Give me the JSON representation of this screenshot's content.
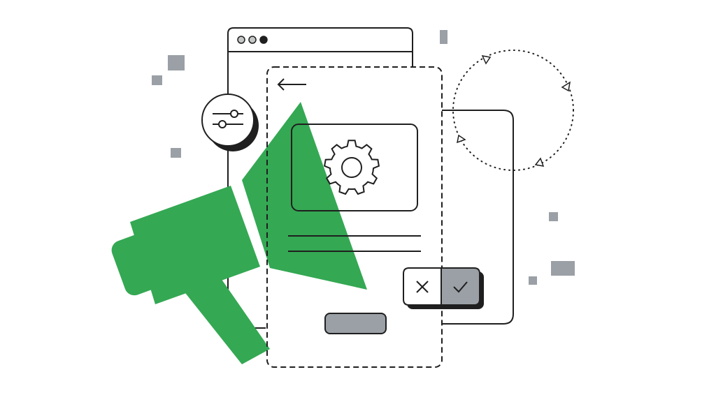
{
  "colors": {
    "background": "#ffffff",
    "line": "#1f1f1f",
    "accent_green": "#34a853",
    "gray_square": "#9aa0a6",
    "gray_fill": "#9aa0a6",
    "light_gray": "#c4c7c5",
    "shadow": "#1f1f1f"
  },
  "icons": {
    "back": "arrow-left-icon",
    "settings": "gear-icon",
    "adjust": "sliders-icon",
    "cancel": "close-icon",
    "confirm": "check-icon",
    "announce": "megaphone-icon",
    "cycle": "refresh-cycle-icon"
  },
  "window": {
    "title_dots": [
      "light-gray",
      "light-gray",
      "dark"
    ]
  }
}
